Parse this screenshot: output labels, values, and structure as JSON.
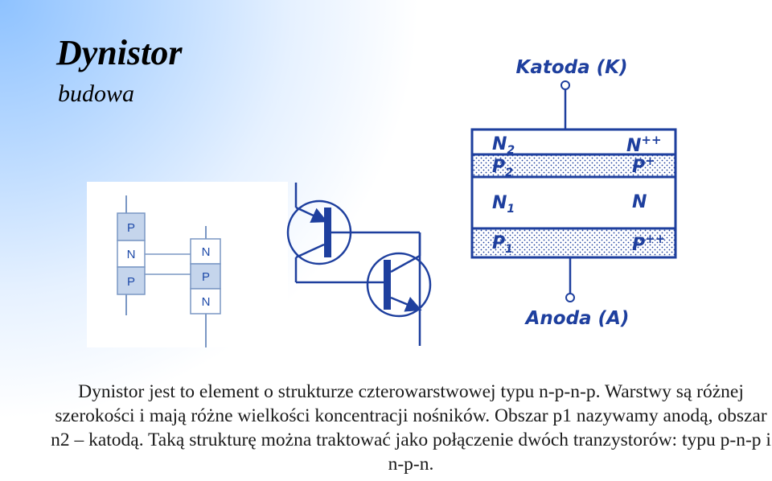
{
  "slide": {
    "title": "Dynistor",
    "subtitle": "budowa",
    "description": "Dynistor jest to element o strukturze czterowarstwowej typu n-p-n-p. Warstwy są różnej szerokości i mają różne wielkości koncentracji nośników. Obszar p1 nazywamy anodą, obszar n2 – katodą. Taką strukturę można traktować jako połączenie dwóch tranzystorów: typu p-n-p i n-p-n."
  },
  "two_transistor_model": {
    "left_stack": [
      "P",
      "N",
      "P"
    ],
    "right_stack": [
      "N",
      "P",
      "N"
    ]
  },
  "layer_structure": {
    "top_terminal": "Katoda (K)",
    "bottom_terminal": "Anoda (A)",
    "layers": [
      {
        "name_main": "N",
        "name_sub": "2",
        "doping": "N",
        "doping_sup": "++"
      },
      {
        "name_main": "P",
        "name_sub": "2",
        "doping": "P",
        "doping_sup": "+"
      },
      {
        "name_main": "N",
        "name_sub": "1",
        "doping": "N",
        "doping_sup": ""
      },
      {
        "name_main": "P",
        "name_sub": "1",
        "doping": "P",
        "doping_sup": "++"
      }
    ]
  },
  "colors": {
    "ink": "#1e3f9e",
    "p_region": "#c5d5ec",
    "gradient": "#8ec2ff"
  }
}
